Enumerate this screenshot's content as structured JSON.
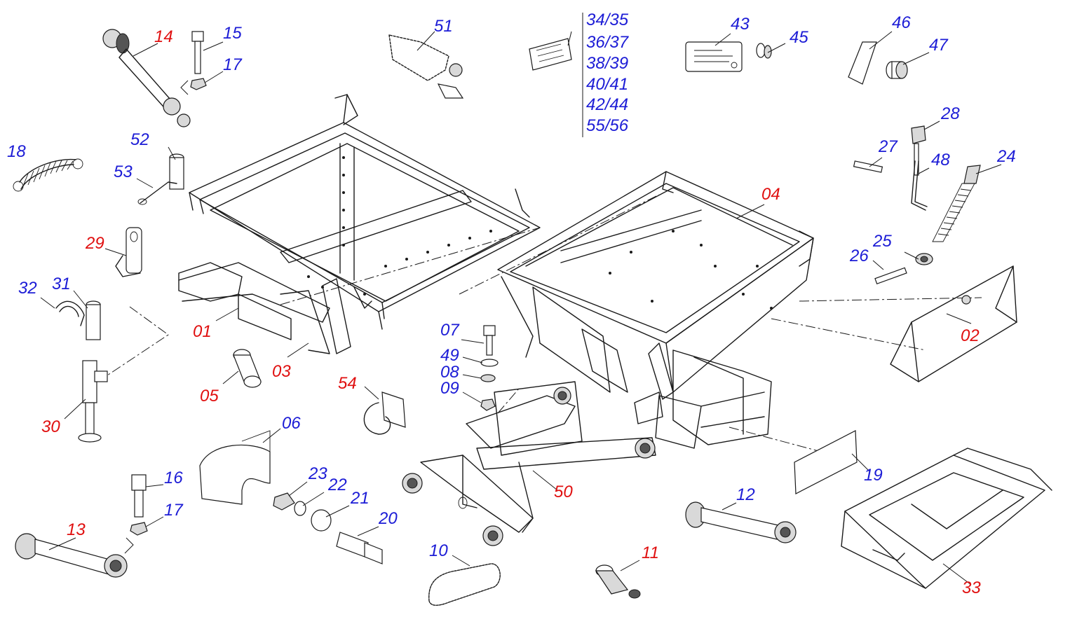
{
  "colors": {
    "blue_label": "#1c1cd6",
    "red_label": "#e01010",
    "line": "#1a1a1a"
  },
  "decal_group": {
    "labels": [
      "34/35",
      "36/37",
      "38/39",
      "40/41",
      "42/44",
      "55/56"
    ]
  },
  "callouts": [
    {
      "id": "c14",
      "text": "14",
      "color": "red"
    },
    {
      "id": "c15",
      "text": "15",
      "color": "blue"
    },
    {
      "id": "c17a",
      "text": "17",
      "color": "blue"
    },
    {
      "id": "c18",
      "text": "18",
      "color": "blue"
    },
    {
      "id": "c52",
      "text": "52",
      "color": "blue"
    },
    {
      "id": "c53",
      "text": "53",
      "color": "blue"
    },
    {
      "id": "c29",
      "text": "29",
      "color": "red"
    },
    {
      "id": "c32",
      "text": "32",
      "color": "blue"
    },
    {
      "id": "c31",
      "text": "31",
      "color": "blue"
    },
    {
      "id": "c01",
      "text": "01",
      "color": "red"
    },
    {
      "id": "c03",
      "text": "03",
      "color": "red"
    },
    {
      "id": "c05",
      "text": "05",
      "color": "red"
    },
    {
      "id": "c30",
      "text": "30",
      "color": "red"
    },
    {
      "id": "c51",
      "text": "51",
      "color": "blue"
    },
    {
      "id": "c43",
      "text": "43",
      "color": "blue"
    },
    {
      "id": "c45",
      "text": "45",
      "color": "blue"
    },
    {
      "id": "c46",
      "text": "46",
      "color": "blue"
    },
    {
      "id": "c47",
      "text": "47",
      "color": "blue"
    },
    {
      "id": "c28",
      "text": "28",
      "color": "blue"
    },
    {
      "id": "c27",
      "text": "27",
      "color": "blue"
    },
    {
      "id": "c48",
      "text": "48",
      "color": "blue"
    },
    {
      "id": "c24",
      "text": "24",
      "color": "blue"
    },
    {
      "id": "c25",
      "text": "25",
      "color": "blue"
    },
    {
      "id": "c26",
      "text": "26",
      "color": "blue"
    },
    {
      "id": "c04",
      "text": "04",
      "color": "red"
    },
    {
      "id": "c02",
      "text": "02",
      "color": "red"
    },
    {
      "id": "c07",
      "text": "07",
      "color": "blue"
    },
    {
      "id": "c49",
      "text": "49",
      "color": "blue"
    },
    {
      "id": "c08",
      "text": "08",
      "color": "blue"
    },
    {
      "id": "c09",
      "text": "09",
      "color": "blue"
    },
    {
      "id": "c54",
      "text": "54",
      "color": "red"
    },
    {
      "id": "c06",
      "text": "06",
      "color": "blue"
    },
    {
      "id": "c23",
      "text": "23",
      "color": "blue"
    },
    {
      "id": "c22",
      "text": "22",
      "color": "blue"
    },
    {
      "id": "c21",
      "text": "21",
      "color": "blue"
    },
    {
      "id": "c20",
      "text": "20",
      "color": "blue"
    },
    {
      "id": "c16",
      "text": "16",
      "color": "blue"
    },
    {
      "id": "c17b",
      "text": "17",
      "color": "blue"
    },
    {
      "id": "c13",
      "text": "13",
      "color": "red"
    },
    {
      "id": "c50",
      "text": "50",
      "color": "red"
    },
    {
      "id": "c10",
      "text": "10",
      "color": "blue"
    },
    {
      "id": "c11",
      "text": "11",
      "color": "red"
    },
    {
      "id": "c12",
      "text": "12",
      "color": "blue"
    },
    {
      "id": "c19",
      "text": "19",
      "color": "blue"
    },
    {
      "id": "c33",
      "text": "33",
      "color": "red"
    }
  ]
}
